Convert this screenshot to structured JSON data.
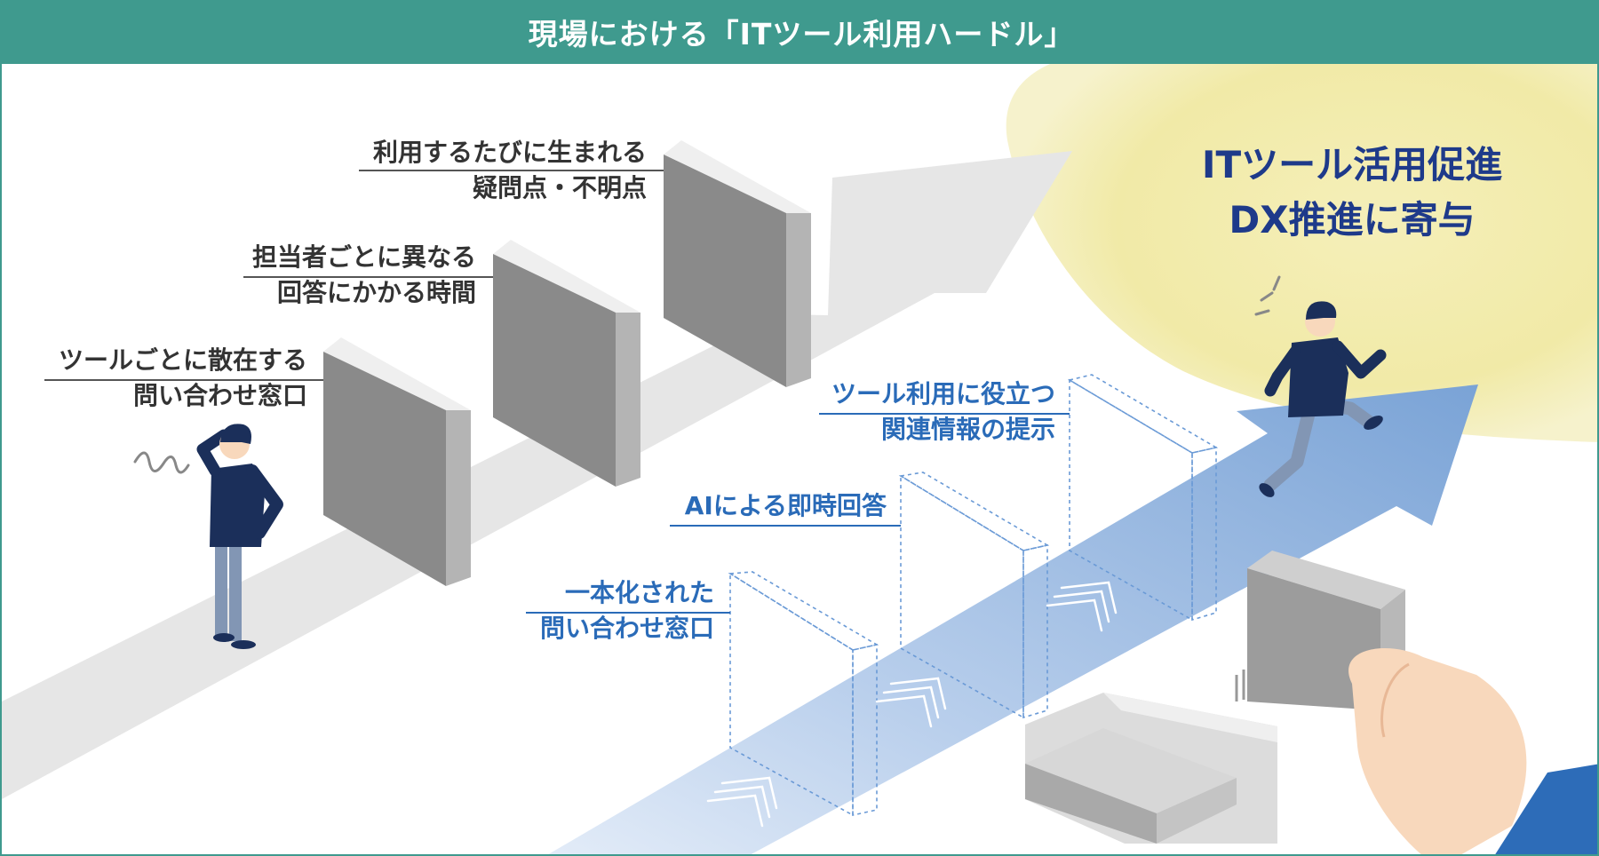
{
  "title": "現場における「ITツール利用ハードル」",
  "hurdles": [
    {
      "line1": "ツールごとに散在する",
      "line2": "問い合わせ窓口"
    },
    {
      "line1": "担当者ごとに異なる",
      "line2": "回答にかかる時間"
    },
    {
      "line1": "利用するたびに生まれる",
      "line2": "疑問点・不明点"
    }
  ],
  "solutions": [
    {
      "line1": "一本化された",
      "line2": "問い合わせ窓口"
    },
    {
      "line1": "AIによる即時回答",
      "line2": ""
    },
    {
      "line1": "ツール利用に役立つ",
      "line2": "関連情報の提示"
    }
  ],
  "goal": {
    "line1": "ITツール活用促進",
    "line2": "DX推進に寄与"
  },
  "colors": {
    "header": "#3f9a8e",
    "gray_text": "#333333",
    "blue_text": "#2a6bb8",
    "goal_text": "#1e3a8a",
    "glow": "#f0e8a6",
    "path_gray": "#e6e6e6",
    "path_blue": "#7ea6d8",
    "wall_front": "#8a8a8a",
    "wall_side": "#b4b4b4",
    "wall_top": "#efefef",
    "person_suit": "#1b2f5a",
    "person_pants": "#8296b4",
    "hand_skin": "#f8d8bc",
    "sleeve": "#2d6cb8"
  }
}
